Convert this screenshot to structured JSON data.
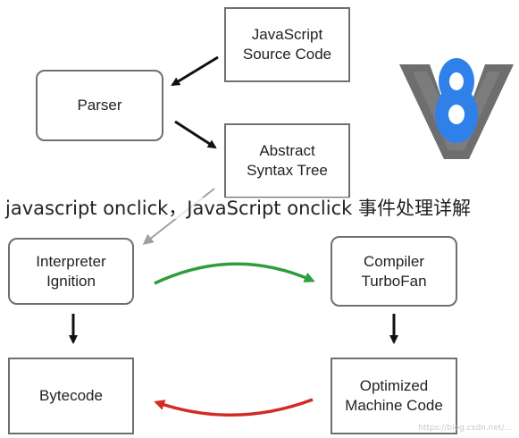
{
  "nodes": {
    "js_source": "JavaScript\nSource Code",
    "parser": "Parser",
    "ast": "Abstract\nSyntax Tree",
    "interpreter": "Interpreter\nIgnition",
    "compiler": "Compiler\nTurboFan",
    "bytecode": "Bytecode",
    "machine_code": "Optimized\nMachine Code"
  },
  "overlay_title": "javascript onclick，JavaScript onclick 事件处理详解",
  "watermark": "https://blog.csdn.net/...",
  "colors": {
    "border": "#6f6f6f",
    "arrow": "#111111",
    "arrow_gray": "#a0a0a0",
    "arrow_green": "#2e9e3a",
    "arrow_red": "#d22a25",
    "logo_gray": "#6e6e6e",
    "logo_blue": "#2f80e9"
  },
  "logo": "v8-logo-icon"
}
